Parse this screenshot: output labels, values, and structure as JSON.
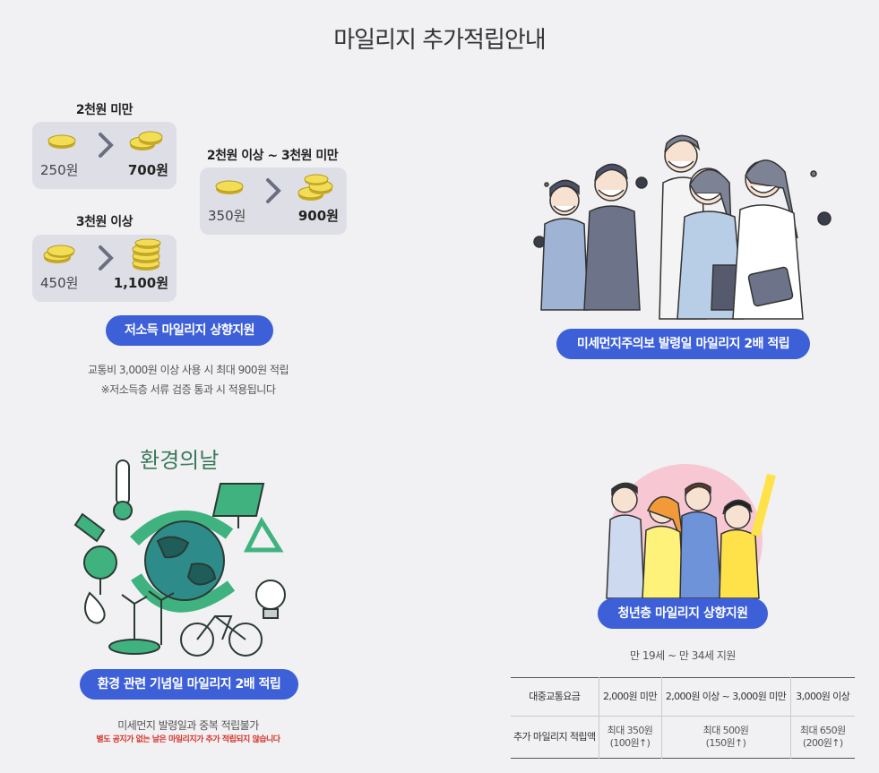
{
  "page_title": "마일리지 추가적립안내",
  "low_income": {
    "tiers": [
      {
        "label": "2천원 미만",
        "base": "250원",
        "boosted": "700원"
      },
      {
        "label": "2천원 이상 ~ 3천원 미만",
        "base": "350원",
        "boosted": "900원"
      },
      {
        "label": "3천원 이상",
        "base": "450원",
        "boosted": "1,100원"
      }
    ],
    "pill": "저소득 마일리지 상향지원",
    "note_line1": "교통비 3,000원 이상 사용 시 최대 900원 적립",
    "note_line2": "※저소득층 서류 검증 통과 시 적용됩니다"
  },
  "dust": {
    "pill": "미세먼지주의보 발령일 마일리지 2배 적립"
  },
  "environment": {
    "illustration_text": "환경의날",
    "pill": "환경 관련 기념일 마일리지 2배 적립",
    "note": "미세먼지 발령일과 중복 적립불가",
    "warning": "별도 공지가 없는 날은 마일리지가 추가 적립되지 않습니다"
  },
  "youth": {
    "pill": "청년층 마일리지 상향지원",
    "age_note": "만 19세 ~ 만 34세 지원",
    "table": {
      "row1_header": "대중교통요금",
      "row1": [
        "2,000원 미만",
        "2,000원 이상 ~ 3,000원 미만",
        "3,000원 이상"
      ],
      "row2_header": "추가 마일리지 적립액",
      "row2": [
        {
          "line1": "최대 350원",
          "line2": "(100원↑)"
        },
        {
          "line1": "최대 500원",
          "line2": "(150원↑)"
        },
        {
          "line1": "최대 650원",
          "line2": "(200원↑)"
        }
      ]
    }
  },
  "colors": {
    "accent": "#3d5fd8",
    "card": "#dedfe6",
    "coin": "#f2dd54",
    "warning": "#d8342a"
  }
}
